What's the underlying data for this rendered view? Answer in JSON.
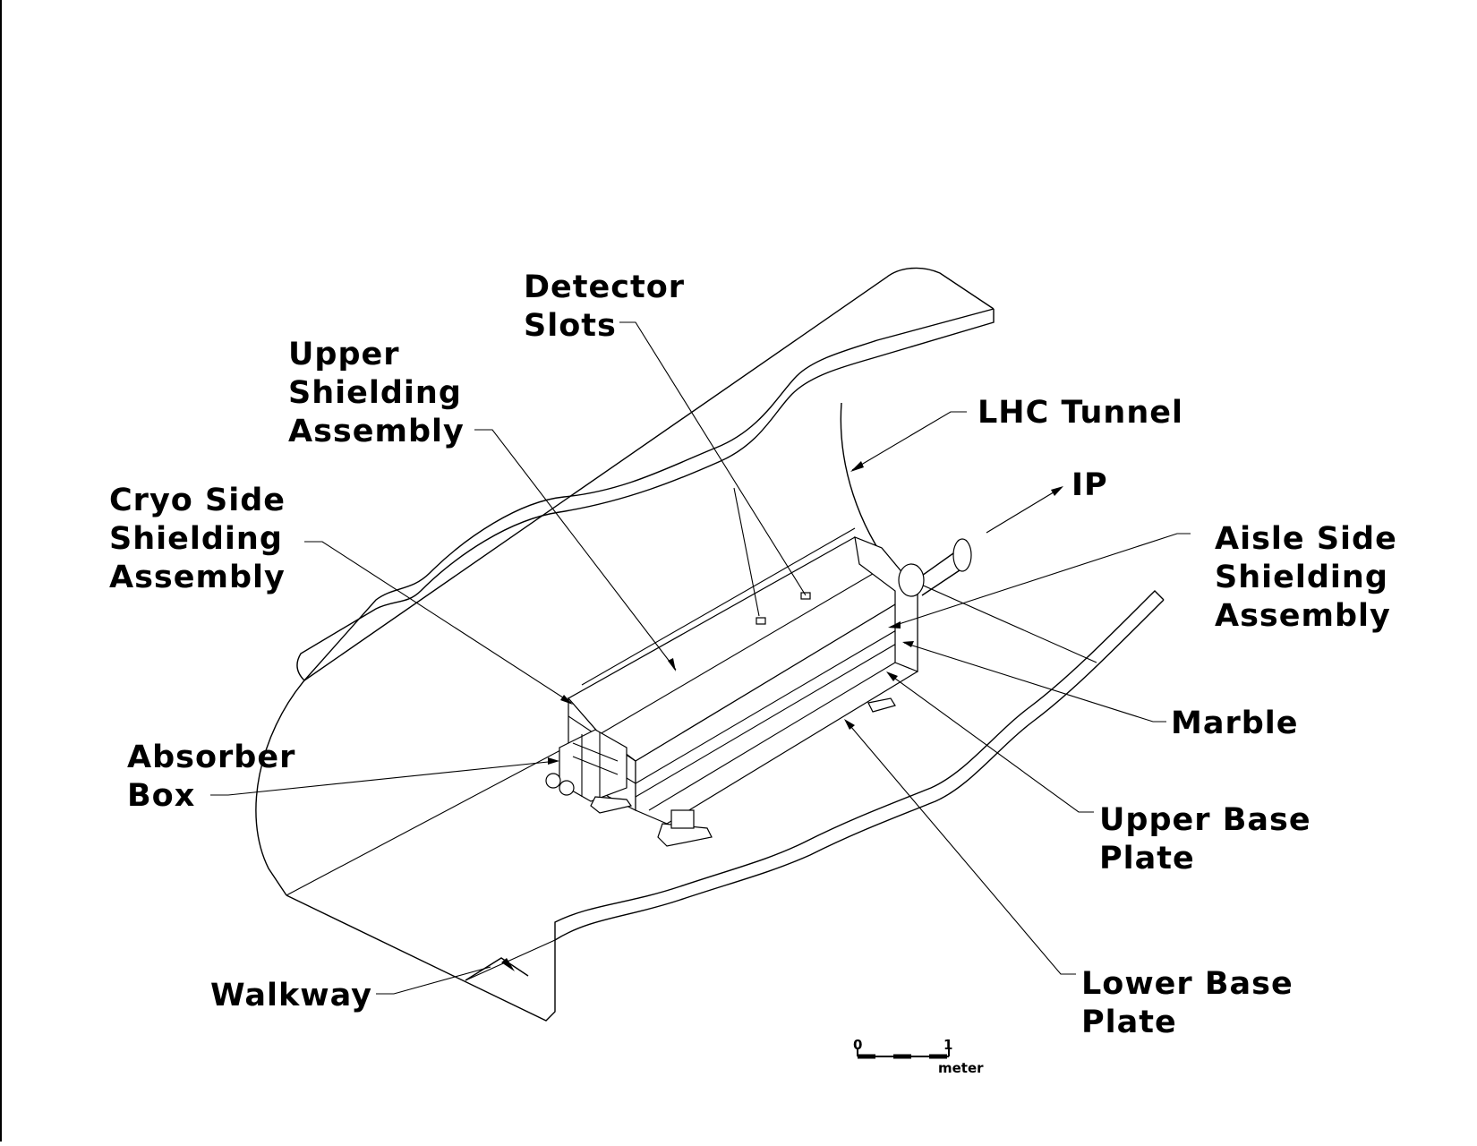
{
  "labels": {
    "detector_slots": [
      "Detector",
      "Slots"
    ],
    "upper_shielding": [
      "Upper",
      "Shielding",
      "Assembly"
    ],
    "lhc_tunnel": [
      "LHC  Tunnel"
    ],
    "ip": [
      "IP"
    ],
    "cryo_side": [
      "Cryo  Side",
      "Shielding",
      "Assembly"
    ],
    "aisle_side": [
      "Aisle  Side",
      "Shielding",
      "Assembly"
    ],
    "marble": [
      "Marble"
    ],
    "absorber_box": [
      "Absorber",
      "Box"
    ],
    "upper_base_plate": [
      "Upper  Base",
      "Plate"
    ],
    "lower_base_plate": [
      "Lower  Base",
      "Plate"
    ],
    "walkway": [
      "Walkway"
    ]
  },
  "scale_bar": {
    "start": "0",
    "end": "1",
    "unit": "meter"
  }
}
